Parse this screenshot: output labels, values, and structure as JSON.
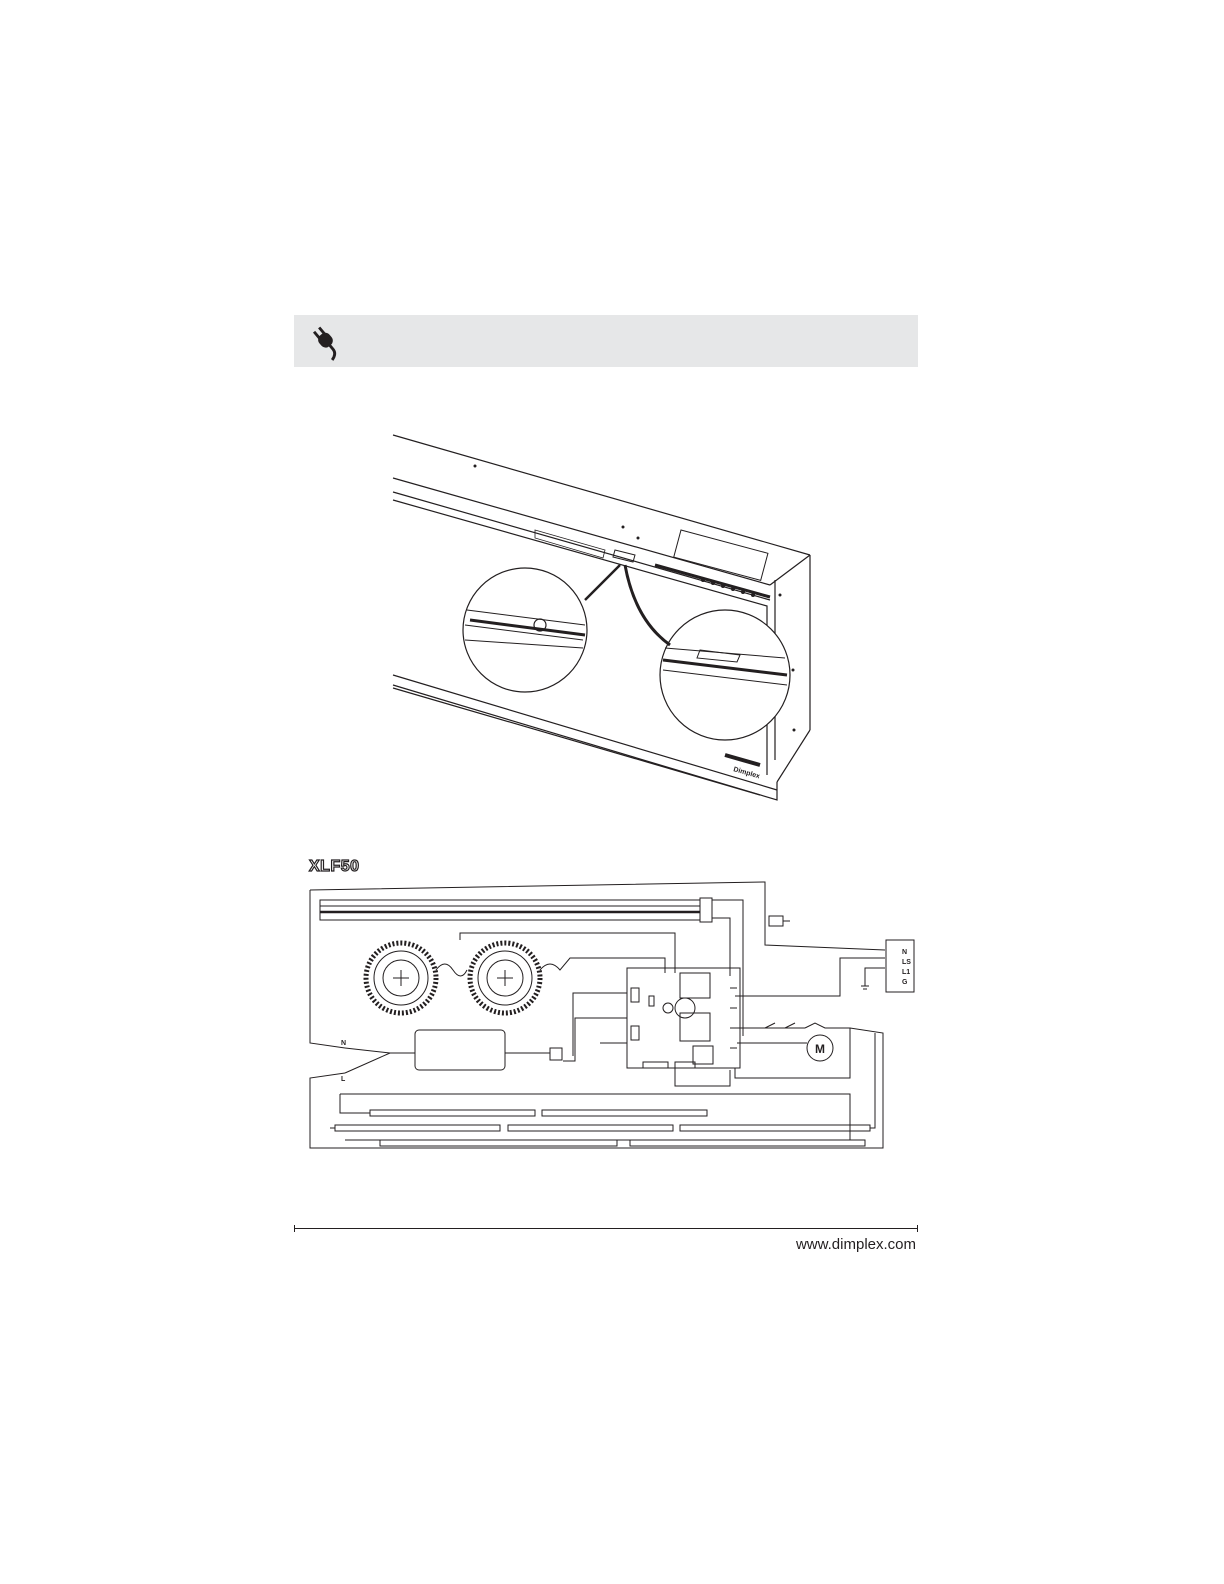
{
  "banner": {
    "icon": "plug-icon",
    "background": "#e6e7e8"
  },
  "illustration": {
    "brand_badge": "Dimplex"
  },
  "wiring": {
    "title": "XLF50",
    "terminal_labels": [
      "N",
      "LS",
      "L1",
      "G"
    ],
    "motor_label": "M",
    "cord_labels": {
      "neutral": "N",
      "live": "L"
    }
  },
  "footer": {
    "url": "www.dimplex.com"
  }
}
